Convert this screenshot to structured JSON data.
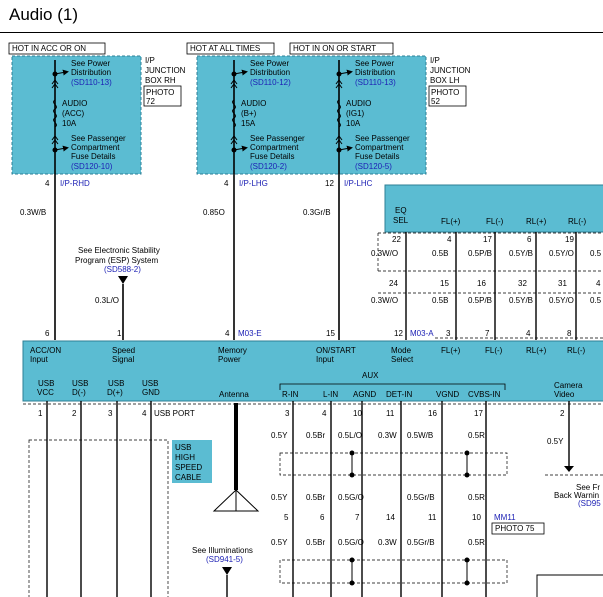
{
  "header": {
    "title": "Audio (1)"
  },
  "labels": {
    "hot_acc": "HOT IN ACC OR ON",
    "hot_all": "HOT AT ALL TIMES",
    "hot_start": "HOT IN ON OR START",
    "jb_rh": [
      "I/P",
      "JUNCTION",
      "BOX RH"
    ],
    "jb_lh": [
      "I/P",
      "JUNCTION",
      "BOX LH"
    ],
    "photo72": [
      "PHOTO",
      "72"
    ],
    "photo52": [
      "PHOTO",
      "52"
    ],
    "photo75": "PHOTO 75",
    "see_power": [
      "See Power",
      "Distribution"
    ],
    "see_pass": [
      "See Passenger",
      "Compartment",
      "Fuse Details"
    ],
    "fuse1": [
      "AUDIO",
      "(ACC)",
      "10A"
    ],
    "fuse2": [
      "AUDIO",
      "(B+)",
      "15A"
    ],
    "fuse3": [
      "AUDIO",
      "(IG1)",
      "10A"
    ],
    "ref_sd110_13": "(SD110-13)",
    "ref_sd110_12": "(SD110-12)",
    "ref_sd120_10": "(SD120-10)",
    "ref_sd120_2": "(SD120-2)",
    "ref_sd120_5": "(SD120-5)",
    "pin4a": "4",
    "conn_iprhd": "I/P-RHD",
    "pin4b": "4",
    "conn_iplhg": "I/P-LHG",
    "pin12a": "12",
    "conn_iplhc": "I/P-LHC",
    "w_03wb": "0.3W/B",
    "w_085o": "0.85O",
    "w_03grb": "0.3Gr/B",
    "esp": [
      "See Electronic Stability",
      "Program (ESP) System"
    ],
    "ref_sd588": "(SD588-2)",
    "w_03lo": "0.3L/O",
    "eq": [
      "EQ",
      "SEL"
    ],
    "eq_pins": [
      "FL(+)",
      "FL(-)",
      "RL(+)",
      "RL(-)"
    ],
    "eq_nums": [
      "22",
      "4",
      "17",
      "6",
      "19"
    ],
    "row_wires": [
      "0.3W/O",
      "0.5B",
      "0.5P/B",
      "0.5Y/B",
      "0.5Y/O",
      "0.5"
    ],
    "mid_nums": [
      "24",
      "15",
      "16",
      "32",
      "31",
      "4"
    ],
    "pin6": "6",
    "pin1": "1",
    "pin4c": "4",
    "conn_m03e": "M03-E",
    "pin15": "15",
    "pin12b": "12",
    "conn_m03a": "M03-A",
    "pin3": "3",
    "pin7": "7",
    "pin4d": "4",
    "pin8": "8",
    "unit_top": [
      "ACC/ON",
      "Speed",
      "Memory",
      "ON/START",
      "Mode"
    ],
    "unit_bot": [
      "Input",
      "Signal",
      "Power",
      "Input",
      "Select"
    ],
    "unit_right": [
      "FL(+)",
      "FL(-)",
      "RL(+)",
      "RL(-)"
    ],
    "usb_cols": [
      "USB",
      "USB",
      "USB",
      "USB"
    ],
    "usb_sub": [
      "VCC",
      "D(-)",
      "D(+)",
      "GND"
    ],
    "antenna": "Antenna",
    "aux": "AUX",
    "aux_pins": [
      "R-IN",
      "L-IN",
      "AGND",
      "DET-IN",
      "VGND",
      "CVBS-IN"
    ],
    "camera": [
      "Camera",
      "Video"
    ],
    "usb_pins": [
      "1",
      "2",
      "3",
      "4"
    ],
    "usb_port": "USB PORT",
    "aux_nums": [
      "3",
      "4",
      "10",
      "11",
      "16",
      "17"
    ],
    "pin2": "2",
    "aux_w1": [
      "0.5Y",
      "0.5Br",
      "0.5L/O",
      "0.3W",
      "0.5W/B",
      "0.5R"
    ],
    "usb_cable": [
      "USB",
      "HIGH",
      "SPEED",
      "CABLE"
    ],
    "w_05y": "0.5Y",
    "aux_w2": [
      "0.5Y",
      "0.5Br",
      "0.5G/O",
      "0.5Gr/B",
      "0.5R"
    ],
    "see_fr": [
      "See Fr",
      "Back Warnin",
      "(SD95"
    ],
    "bot_nums": [
      "5",
      "6",
      "7",
      "14",
      "11",
      "10"
    ],
    "conn_mm11": "MM11",
    "aux_w3": [
      "0.5Y",
      "0.5Br",
      "0.5G/O",
      "0.3W",
      "0.5Gr/B",
      "0.5R"
    ],
    "illum": [
      "See Illuminations",
      "(SD941-5)"
    ]
  },
  "colors": {
    "box_fill": "#5bbcd2",
    "box_border": "#2e7f95",
    "link": "#1e22b5",
    "usb_tag": "#5bbcd2"
  }
}
